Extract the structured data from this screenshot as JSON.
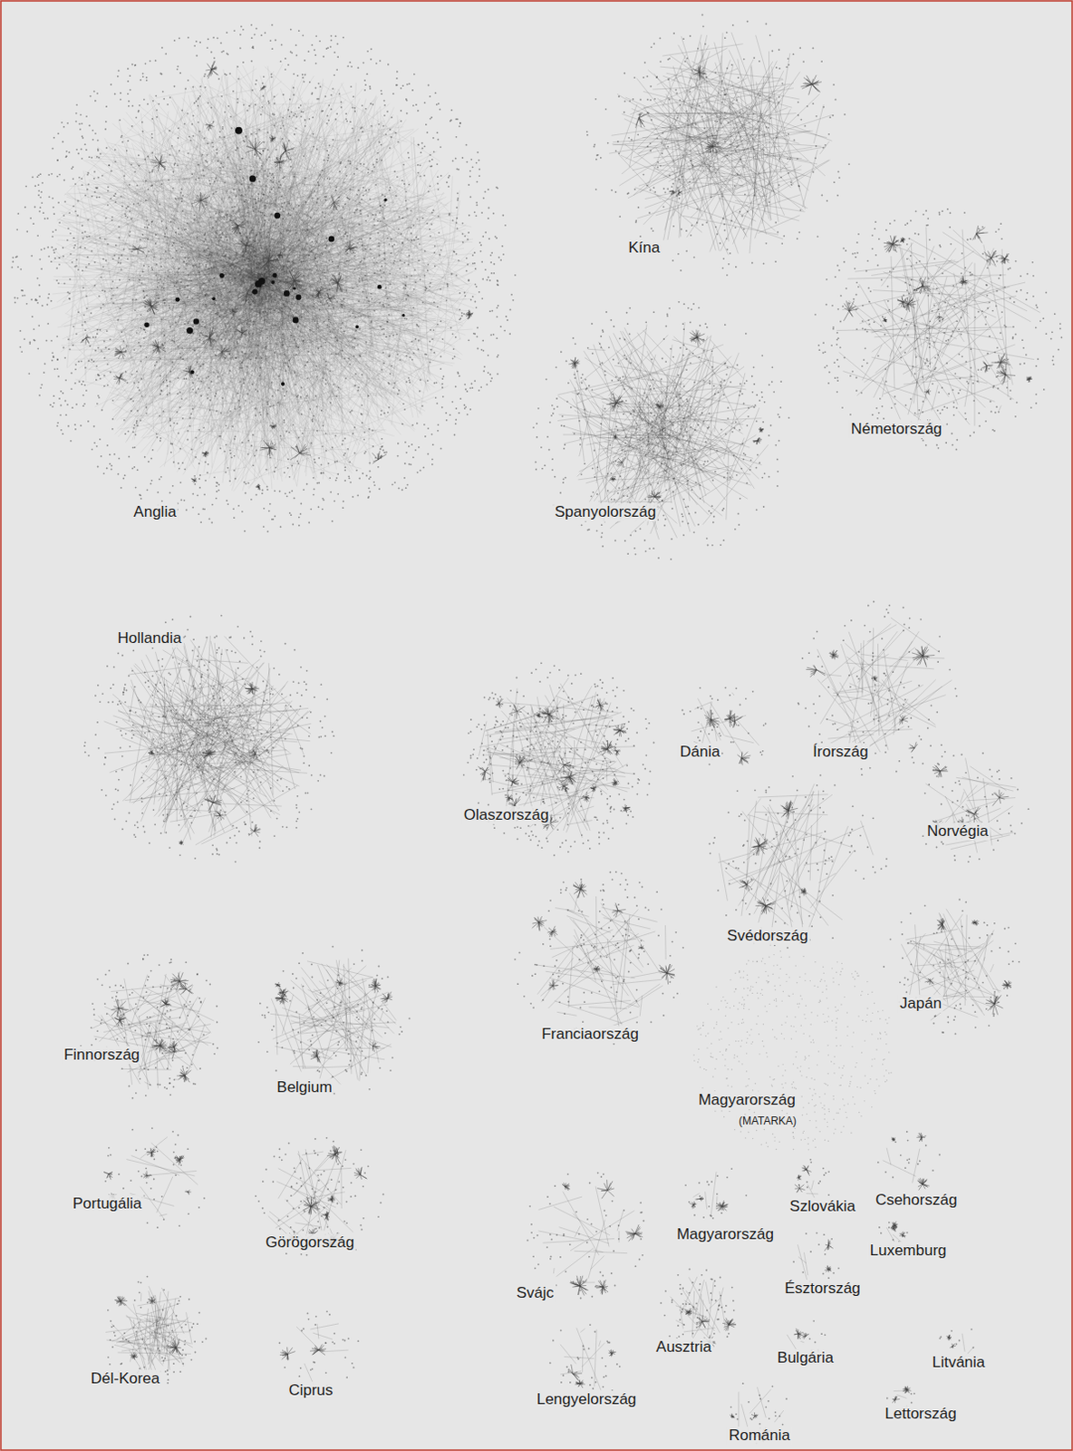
{
  "diagram": {
    "labels": [
      "Anglia",
      "Kína",
      "Németország",
      "Spanyolország",
      "Hollandia",
      "Olaszország",
      "Dánia",
      "Írország",
      "Norvégia",
      "Svédország",
      "Franciaország",
      "Japán",
      "Magyarország",
      "(MATARKA)",
      "Finnország",
      "Belgium",
      "Portugália",
      "Görögország",
      "Dél-Korea",
      "Ciprus",
      "Svájc",
      "Magyarország",
      "Szlovákia",
      "Csehország",
      "Luxemburg",
      "Észtország",
      "Ausztria",
      "Bulgária",
      "Litvánia",
      "Lettország",
      "Lengyelország",
      "Románia"
    ]
  }
}
